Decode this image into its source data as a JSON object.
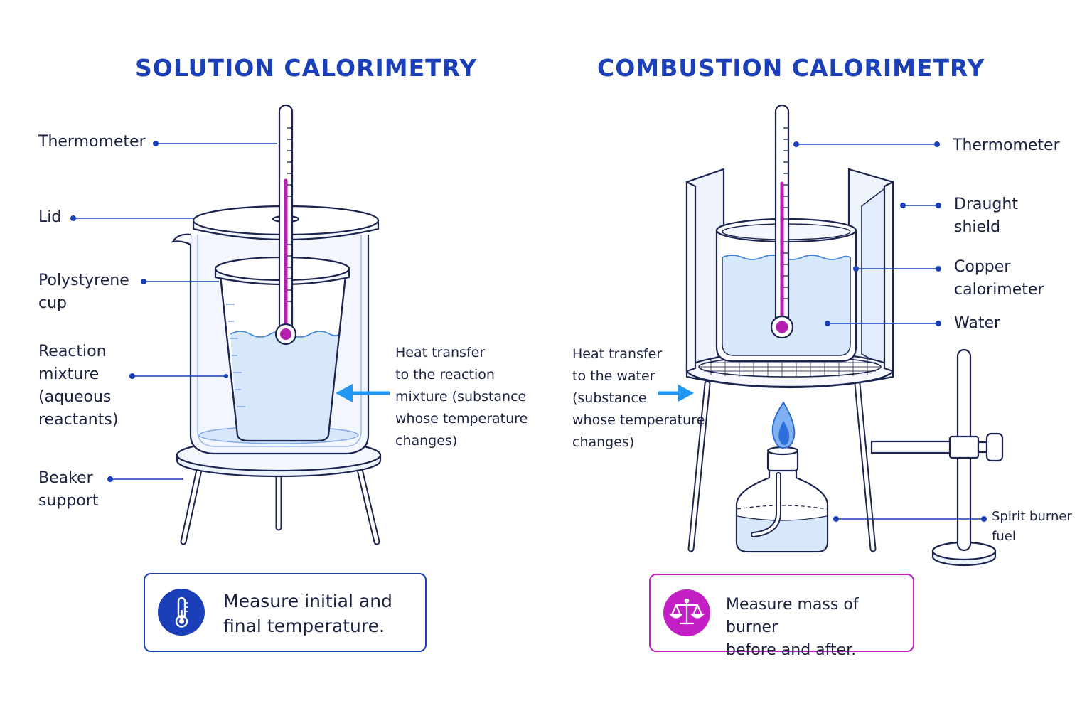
{
  "solution": {
    "title": "SOLUTION CALORIMETRY",
    "labels": {
      "thermometer": "Thermometer",
      "lid": "Lid",
      "cup": "Polystyrene\ncup",
      "mixture": "Reaction\nmixture\n(aqueous\nreactants)",
      "support": "Beaker\nsupport"
    },
    "heat_note": "Heat transfer\nto the reaction\nmixture (substance\nwhose temperature\nchanges)",
    "callout": {
      "text": "Measure initial and\nfinal temperature.",
      "icon": "thermometer-icon"
    }
  },
  "combustion": {
    "title": "COMBUSTION CALORIMETRY",
    "labels": {
      "thermometer": "Thermometer",
      "shield": "Draught\nshield",
      "calorimeter": "Copper\ncalorimeter",
      "water": "Water",
      "burner": "Spirit burner\nfuel"
    },
    "heat_note": "Heat transfer\nto the water\n(substance\nwhose temperature\nchanges)",
    "callout": {
      "text": "Measure mass of burner\nbefore and after.",
      "icon": "balance-scale-icon"
    }
  },
  "colors": {
    "title_blue": "#1a3fb8",
    "line_blue": "#1a3fb8",
    "glass_outline": "#1c2550",
    "water": "#dbe9fb",
    "thermometer_fluid": "#b61fb0",
    "arrow": "#2196f3",
    "flame": "#3f86e8",
    "magenta": "#c21fc4"
  }
}
